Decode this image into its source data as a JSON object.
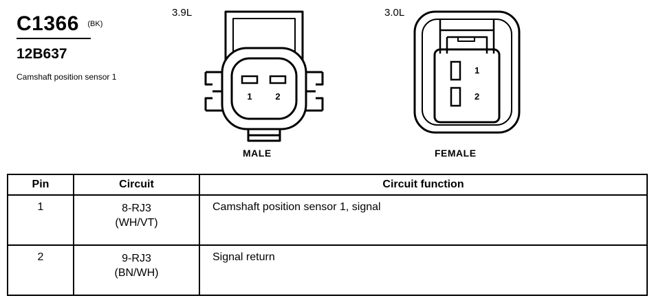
{
  "connector": {
    "code": "C1366",
    "color": "(BK)",
    "part_number": "12B637",
    "description": "Camshaft position sensor 1"
  },
  "views": [
    {
      "engine": "3.9L",
      "gender": "MALE",
      "pins": [
        "1",
        "2"
      ]
    },
    {
      "engine": "3.0L",
      "gender": "FEMALE",
      "pins": [
        "1",
        "2"
      ]
    }
  ],
  "table": {
    "headers": {
      "pin": "Pin",
      "circuit": "Circuit",
      "function": "Circuit function"
    },
    "rows": [
      {
        "pin": "1",
        "circuit": "8-RJ3",
        "wire": "(WH/VT)",
        "function": "Camshaft position sensor 1, signal"
      },
      {
        "pin": "2",
        "circuit": "9-RJ3",
        "wire": "(BN/WH)",
        "function": "Signal return"
      }
    ]
  }
}
